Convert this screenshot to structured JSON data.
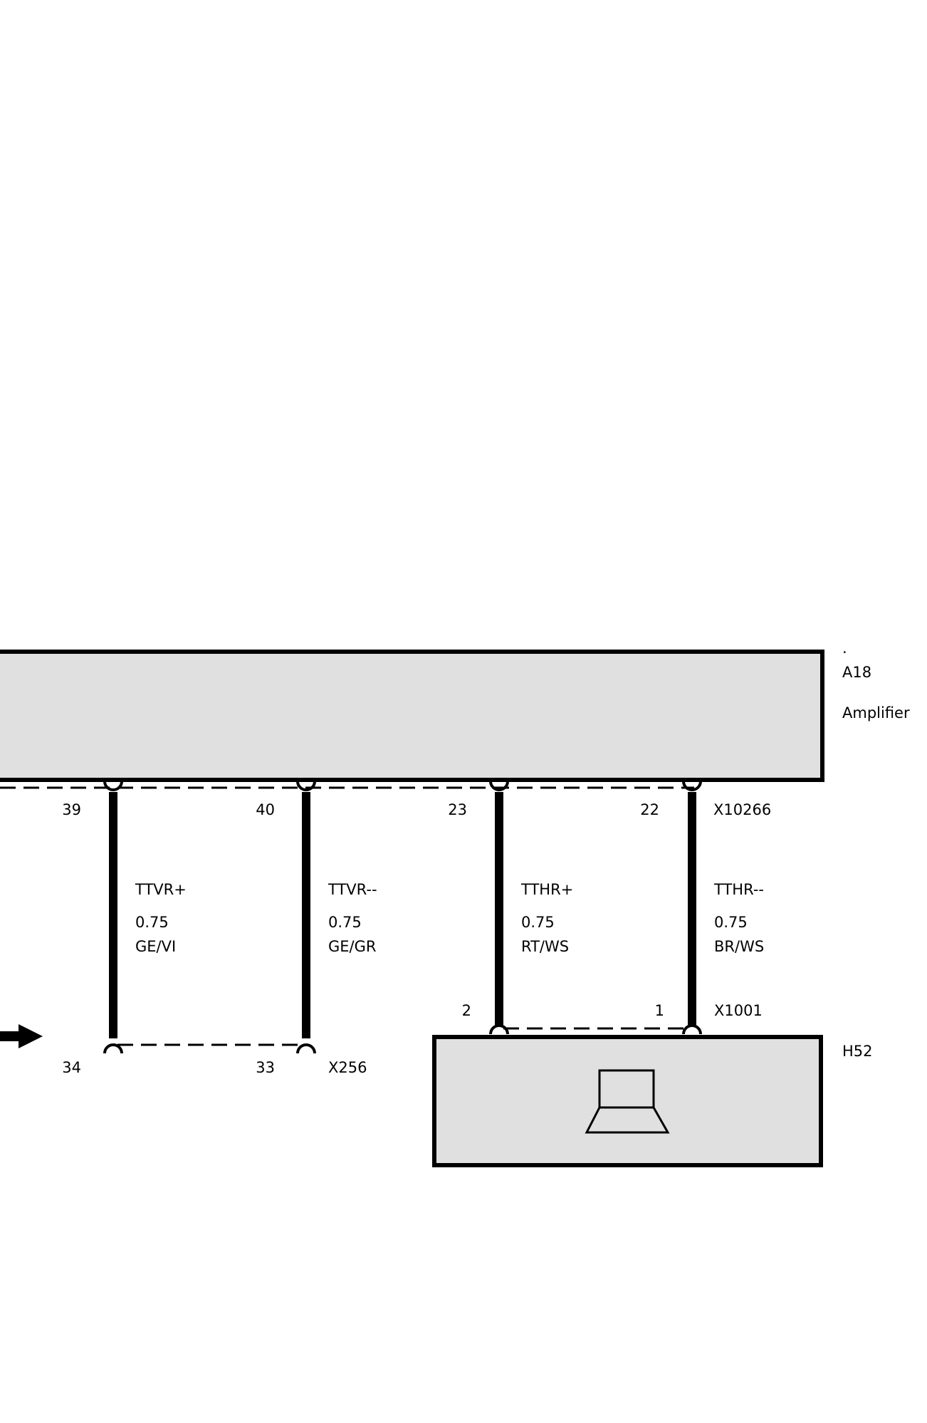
{
  "components": {
    "amplifier": {
      "dot": ".",
      "id": "A18",
      "name": "Amplifier",
      "connector": "X10266"
    },
    "speaker": {
      "id": "H52",
      "connector": "X1001"
    },
    "lower_connector": {
      "id": "X256"
    }
  },
  "wires": [
    {
      "signal": "TTVR+",
      "size": "0.75",
      "color_code": "GE/VI",
      "top_pin": "39",
      "bottom_pin": "34"
    },
    {
      "signal": "TTVR--",
      "size": "0.75",
      "color_code": "GE/GR",
      "top_pin": "40",
      "bottom_pin": "33"
    },
    {
      "signal": "TTHR+",
      "size": "0.75",
      "color_code": "RT/WS",
      "top_pin": "23",
      "bottom_pin": "2"
    },
    {
      "signal": "TTHR--",
      "size": "0.75",
      "color_code": "BR/WS",
      "top_pin": "22",
      "bottom_pin": "1"
    }
  ],
  "colors": {
    "component_fill": "#e0e0e0",
    "line": "#000000"
  },
  "icons": {
    "speaker": "speaker-icon",
    "continuation": "arrow-right-icon"
  }
}
